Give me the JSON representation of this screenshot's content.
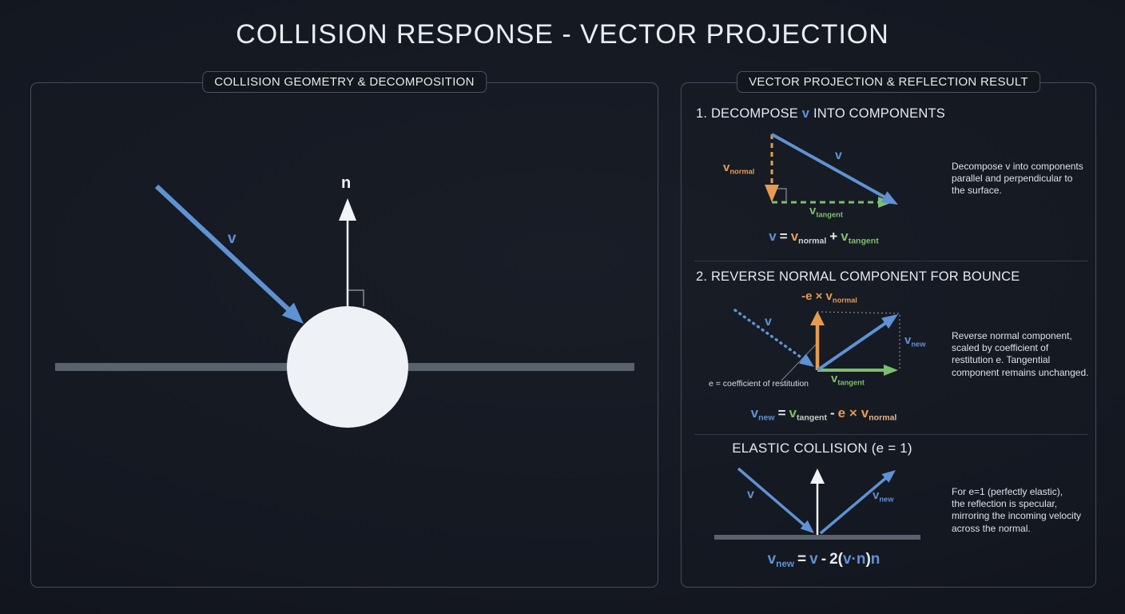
{
  "title": "COLLISION RESPONSE - VECTOR PROJECTION",
  "left_panel": {
    "header": "COLLISION GEOMETRY & DECOMPOSITION",
    "v_label": "v",
    "n_label": "n"
  },
  "right_panel": {
    "header": "VECTOR PROJECTION & REFLECTION RESULT",
    "s1": {
      "heading_pre": "1. DECOMPOSE ",
      "heading_v": "v",
      "heading_post": " INTO COMPONENTS",
      "lbl_vnormal_base": "v",
      "lbl_vnormal_sub": "normal",
      "lbl_v": "v",
      "lbl_vtangent_base": "v",
      "lbl_vtangent_sub": "tangent",
      "eq_v": "v",
      "eq_equals": "=",
      "eq_vn_base": "v",
      "eq_vn_sub": "normal",
      "eq_plus": "+",
      "eq_vt_base": "v",
      "eq_vt_sub": "tangent",
      "note": "Decompose v into components\nparallel and perpendicular to\nthe surface."
    },
    "s2": {
      "heading": "2. REVERSE NORMAL COMPONENT FOR BOUNCE",
      "lbl_scaled_pre": "-e × ",
      "lbl_scaled_base": "v",
      "lbl_scaled_sub": "normal",
      "lbl_v": "v",
      "lbl_vnew_base": "v",
      "lbl_vnew_sub": "new",
      "lbl_vtangent_base": "v",
      "lbl_vtangent_sub": "tangent",
      "lbl_e_def": "e = coefficient of restitution",
      "eq_vnew_base": "v",
      "eq_vnew_sub": "new",
      "eq_equals": "=",
      "eq_vt_base": "v",
      "eq_vt_sub": "tangent",
      "eq_minus": "-",
      "eq_e": "e ×",
      "eq_vn_base": "v",
      "eq_vn_sub": "normal",
      "note": "Reverse normal component,\nscaled by coefficient of\nrestitution e. Tangential\ncomponent remains unchanged."
    },
    "s3": {
      "heading": "ELASTIC COLLISION (e = 1)",
      "lbl_v": "v",
      "lbl_vnew_base": "v",
      "lbl_vnew_sub": "new",
      "eq_vnew_base": "v",
      "eq_vnew_sub": "new",
      "eq_equals": "=",
      "eq_v": "v",
      "eq_minus": "-",
      "eq_open": "2(",
      "eq_dot": "v·n",
      "eq_close": ")",
      "eq_n": "n",
      "note": "For e=1 (perfectly elastic),\nthe reflection is specular,\nmirroring the incoming velocity\nacross the normal."
    }
  },
  "colors": {
    "background": "#141821",
    "panel_border": "#454e5c",
    "text": "#e8ebf0",
    "blue": "#5f92d4",
    "orange": "#e59b51",
    "green": "#7dbe6d",
    "surface_gray": "#5a626e",
    "circle_fill": "#eef2f6"
  }
}
